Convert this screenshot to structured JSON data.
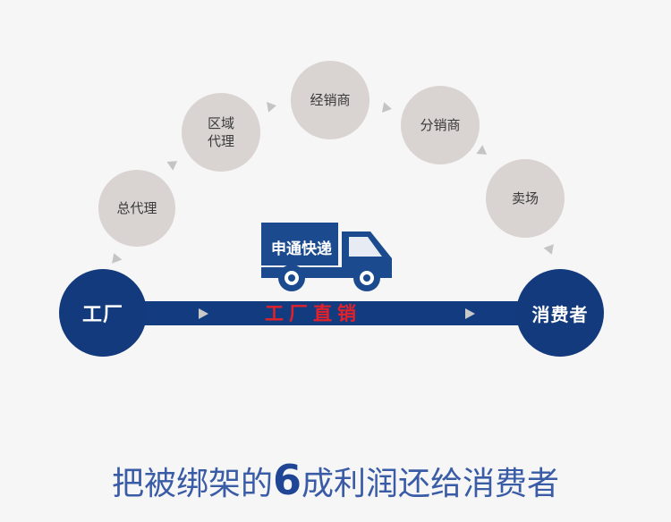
{
  "intermediaries": [
    {
      "lines": [
        "总代理"
      ]
    },
    {
      "lines": [
        "区域",
        "代理"
      ]
    },
    {
      "lines": [
        "经销商"
      ]
    },
    {
      "lines": [
        "分销商"
      ]
    },
    {
      "lines": [
        "卖场"
      ]
    }
  ],
  "factory_label": "工厂",
  "consumer_label": "消费者",
  "truck_label": "申通快递",
  "direct_label": "工厂直销",
  "slogan": {
    "before": "把被绑架的",
    "number": "6",
    "after": "成利润还给消费者"
  },
  "colors": {
    "navy": "#123a7c",
    "bubble": "#d9d3d1",
    "accent_red": "#e32129",
    "slogan_blue": "#3a5ca6"
  }
}
